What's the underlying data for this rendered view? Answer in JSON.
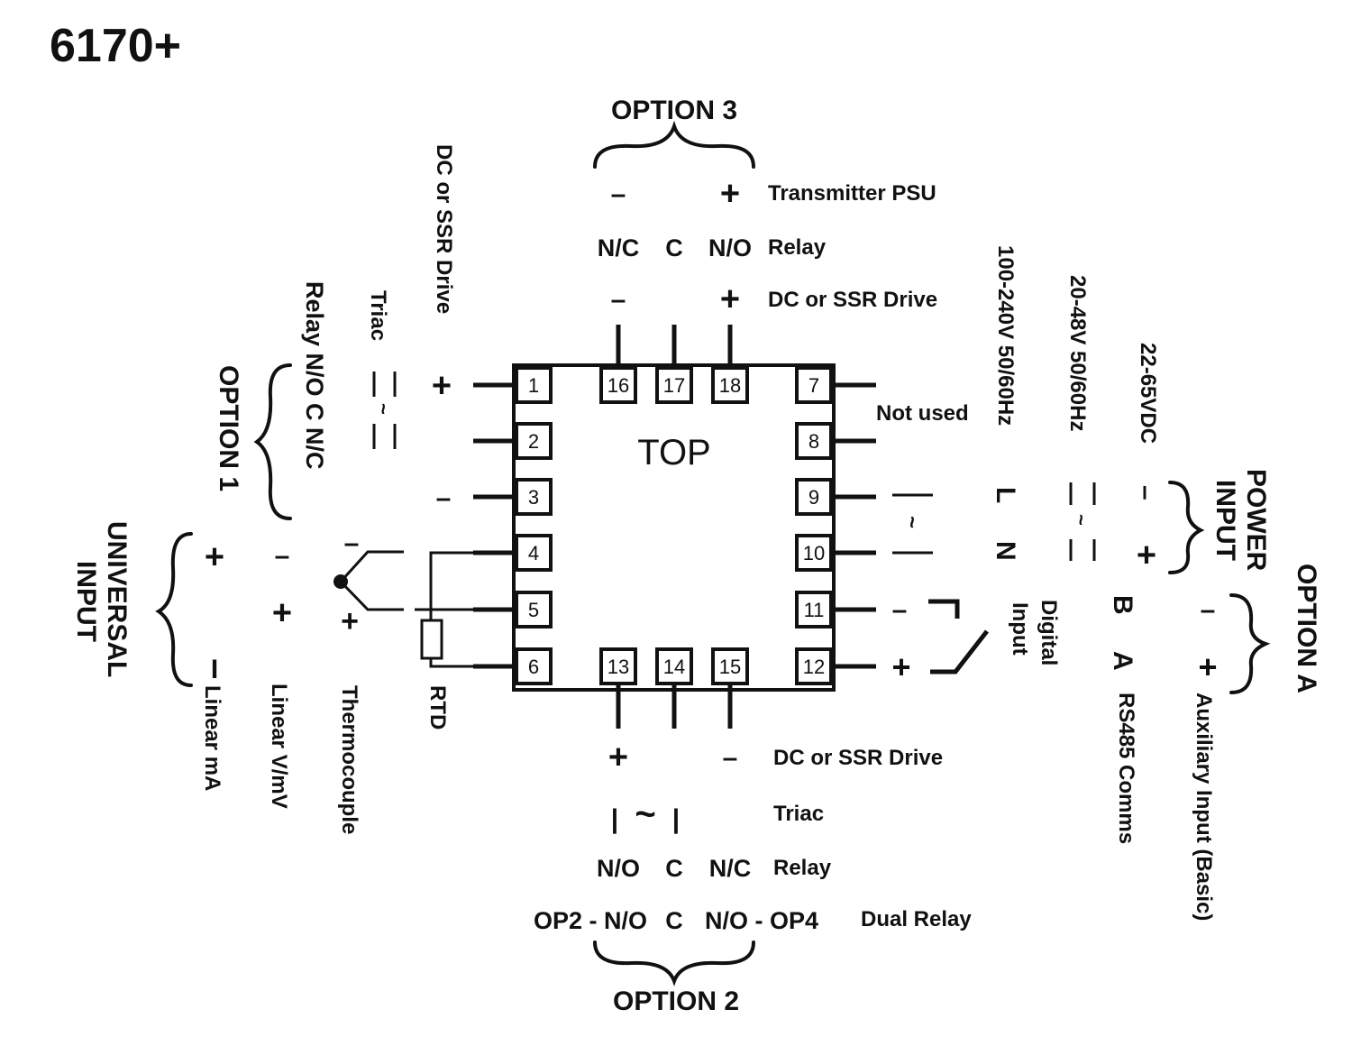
{
  "title": "6170+",
  "chip": {
    "label": "TOP",
    "pins": [
      "1",
      "2",
      "3",
      "4",
      "5",
      "6",
      "7",
      "8",
      "9",
      "10",
      "11",
      "12",
      "13",
      "14",
      "15",
      "16",
      "17",
      "18"
    ]
  },
  "option3": {
    "title": "OPTION 3",
    "tx_minus": "–",
    "tx_plus": "+",
    "tx_label": "Transmitter PSU",
    "relay_nc": "N/C",
    "relay_c": "C",
    "relay_no": "N/O",
    "relay_label": "Relay",
    "dc_minus": "–",
    "dc_plus": "+",
    "dc_label": "DC or SSR Drive"
  },
  "option2": {
    "title": "OPTION 2",
    "dc_plus": "+",
    "dc_minus": "–",
    "dc_label": "DC or SSR Drive",
    "triac_bar1": "|",
    "triac_tilde": "~",
    "triac_bar2": "|",
    "triac_label": "Triac",
    "relay_no": "N/O",
    "relay_c": "C",
    "relay_nc": "N/C",
    "relay_label": "Relay",
    "dual_left": "OP2 - N/O",
    "dual_c": "C",
    "dual_right": "N/O - OP4",
    "dual_label": "Dual Relay"
  },
  "option1": {
    "title": "OPTION 1",
    "dc_label": "DC or SSR Drive",
    "triac_label": "Triac",
    "relay_label": "Relay N/O  C  N/C",
    "plus": "+",
    "minus": "–",
    "tilde": "~"
  },
  "universal_input": {
    "title_line1": "UNIVERSAL",
    "title_line2": "INPUT",
    "linear_ma_plus": "+",
    "linear_ma_minus": "I",
    "linear_ma_label": "Linear mA",
    "linear_v_minus": "–",
    "linear_v_plus": "+",
    "linear_v_label": "Linear V/mV",
    "tc_minus": "–",
    "tc_plus": "+",
    "tc_label": "Thermocouple",
    "rtd_label": "RTD"
  },
  "right_side": {
    "not_used": "Not used",
    "ac_high_label": "100-240V 50/60Hz",
    "ac_low_label": "20-48V 50/60Hz",
    "dc_label": "22-65VDC",
    "L": "L",
    "N": "N",
    "dc_minus": "–",
    "dc_plus": "+",
    "tilde": "~",
    "power_input_1": "POWER",
    "power_input_2": "INPUT",
    "digital_input_1": "Digital",
    "digital_input_2": "Input",
    "di_minus": "–",
    "di_plus": "+",
    "B": "B",
    "A": "A",
    "rs485_label": "RS485 Comms",
    "aux_minus": "–",
    "aux_plus": "+",
    "aux_label": "Auxiliary Input (Basic)",
    "option_a": "OPTION A"
  }
}
